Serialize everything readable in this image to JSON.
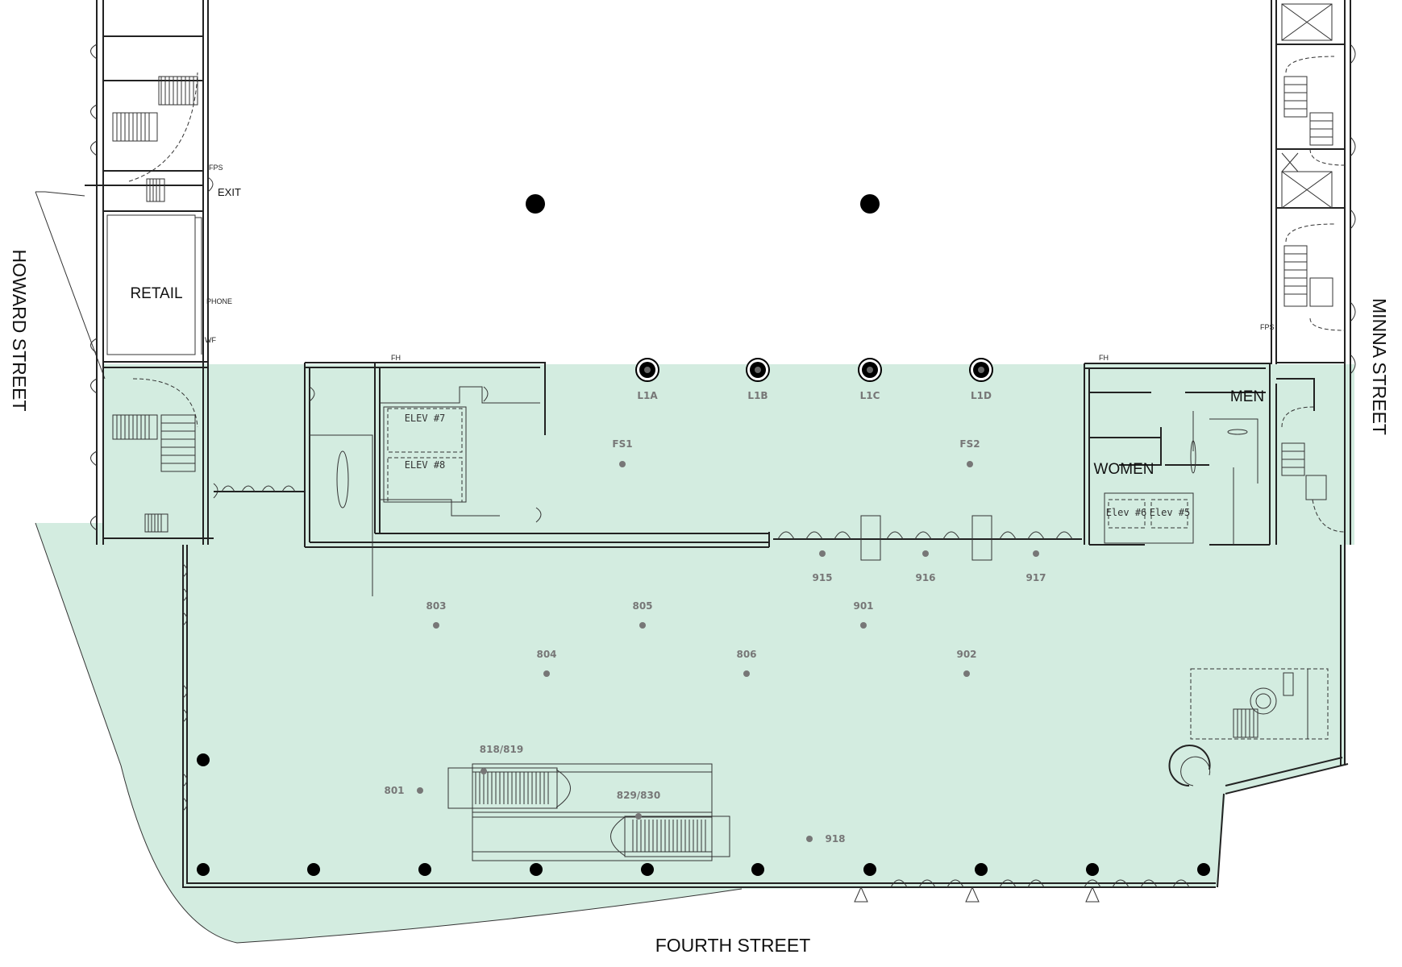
{
  "colors": {
    "zone_fill": "#d3ece0",
    "wall": "#222222",
    "location_label": "#777777"
  },
  "streets": {
    "howard": "HOWARD STREET",
    "minna": "MINNA STREET",
    "fourth": "FOURTH STREET"
  },
  "rooms": {
    "retail": "RETAIL",
    "men": "MEN",
    "women": "WOMEN",
    "elev7": "ELEV #7",
    "elev8": "ELEV #8",
    "elev6": "Elev #6",
    "elev5": "Elev #5"
  },
  "annotations": {
    "exit": "EXIT",
    "fps_left": "FPS",
    "fps_right": "FPS",
    "phone": "PHONE",
    "wf": "WF",
    "fh_left": "FH",
    "fh_right": "FH"
  },
  "columns_labeled": [
    "L1A",
    "L1B",
    "L1C",
    "L1D"
  ],
  "locations": {
    "fs1": "FS1",
    "fs2": "FS2",
    "l915": "915",
    "l916": "916",
    "l917": "917",
    "l803": "803",
    "l805": "805",
    "l901": "901",
    "l804": "804",
    "l806": "806",
    "l902": "902",
    "l801": "801",
    "l818": "818/819",
    "l829": "829/830",
    "l918": "918"
  }
}
